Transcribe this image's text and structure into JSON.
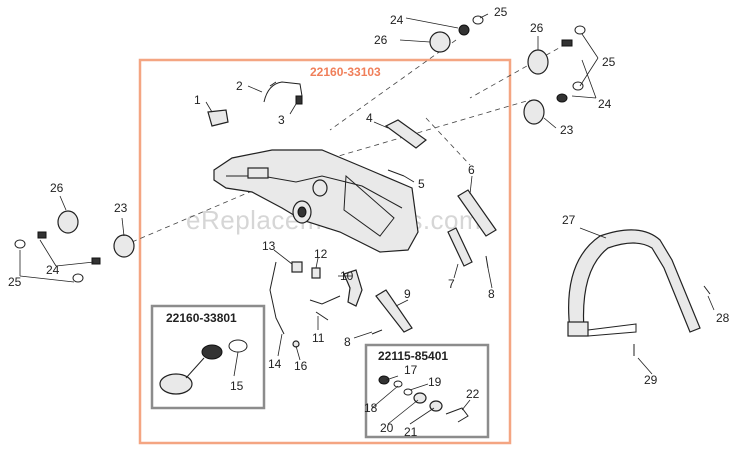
{
  "assembly": {
    "main_part_number": "22160-33103",
    "filler_cap_kit_part_number": "22160-33801",
    "handle_kit_part_number": "22115-85401"
  },
  "watermark": "eReplacementParts.com",
  "callouts": [
    "1",
    "2",
    "3",
    "4",
    "5",
    "6",
    "7",
    "8",
    "8",
    "9",
    "10",
    "11",
    "12",
    "13",
    "14",
    "15",
    "16",
    "17",
    "18",
    "19",
    "20",
    "21",
    "22",
    "23",
    "23",
    "24",
    "24",
    "24",
    "25",
    "25",
    "25",
    "26",
    "26",
    "26",
    "27",
    "28",
    "29"
  ],
  "colors": {
    "main_frame": "#f4a582",
    "kit_frame": "#8c8c8c",
    "main_part_number": "#f07f5a"
  }
}
